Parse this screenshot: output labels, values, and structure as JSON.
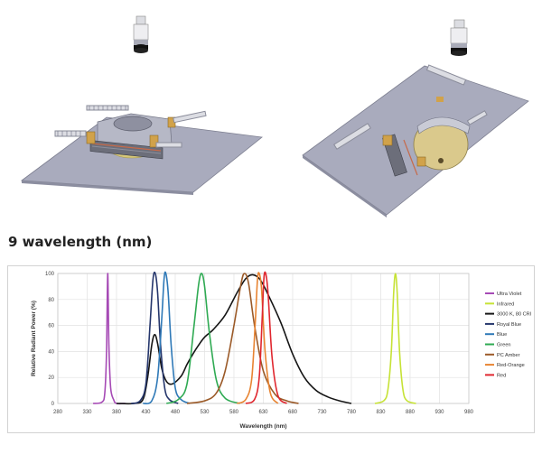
{
  "section": {
    "title": "9 wavelength (nm)"
  },
  "colors": {
    "plate": "#a9abbd",
    "plate_edge": "#7d7f90",
    "amber_part": "#d1a24a",
    "light_grey": "#cfd0d6"
  },
  "icons": [
    "led-fixture-icon",
    "camera-lens-icon"
  ],
  "chart_data": {
    "type": "line",
    "title": "",
    "xlabel": "Wavelength (nm)",
    "ylabel": "Relative Radiant Power (%)",
    "xlim": [
      280,
      980
    ],
    "ylim": [
      0,
      100
    ],
    "xticks": [
      "280",
      "330",
      "380",
      "430",
      "480",
      "530",
      "580",
      "630",
      "680",
      "730",
      "780",
      "830",
      "880",
      "930",
      "980"
    ],
    "yticks": [
      "0",
      "20",
      "40",
      "60",
      "80",
      "100"
    ],
    "grid": true,
    "legend_position": "right",
    "series": [
      {
        "name": "Ultra Violet",
        "color": "#a64ab5",
        "x": [
          340,
          355,
          360,
          363,
          365,
          367,
          370,
          375,
          380,
          395
        ],
        "y": [
          0,
          1,
          8,
          40,
          100,
          45,
          12,
          3,
          0,
          0
        ]
      },
      {
        "name": "Infrared",
        "color": "#c6e236",
        "x": [
          820,
          835,
          842,
          848,
          852,
          855,
          858,
          862,
          868,
          875,
          890
        ],
        "y": [
          0,
          2,
          10,
          40,
          85,
          100,
          85,
          40,
          10,
          2,
          0
        ]
      },
      {
        "name": "3000 K, 80 CRI",
        "color": "#151515",
        "x": [
          380,
          410,
          425,
          433,
          440,
          445,
          450,
          457,
          465,
          475,
          490,
          500,
          510,
          520,
          530,
          545,
          565,
          585,
          600,
          612,
          625,
          640,
          660,
          680,
          700,
          720,
          740,
          760,
          780
        ],
        "y": [
          0,
          0,
          3,
          20,
          45,
          53,
          46,
          27,
          17,
          15,
          21,
          30,
          38,
          45,
          51,
          57,
          68,
          85,
          96,
          99,
          95,
          82,
          62,
          38,
          20,
          10,
          5,
          2,
          0
        ]
      },
      {
        "name": "Royal Blue",
        "color": "#25366c",
        "x": [
          405,
          420,
          430,
          437,
          442,
          446,
          450,
          455,
          462,
          470,
          485
        ],
        "y": [
          0,
          2,
          15,
          60,
          95,
          100,
          85,
          45,
          12,
          3,
          0
        ]
      },
      {
        "name": "Blue",
        "color": "#2f79b7",
        "x": [
          425,
          440,
          450,
          457,
          461,
          464,
          468,
          473,
          480,
          490,
          505
        ],
        "y": [
          0,
          2,
          20,
          65,
          96,
          100,
          85,
          45,
          12,
          3,
          0
        ]
      },
      {
        "name": "Green",
        "color": "#2faa53",
        "x": [
          465,
          485,
          500,
          512,
          520,
          525,
          530,
          538,
          550,
          565,
          590
        ],
        "y": [
          0,
          3,
          15,
          60,
          92,
          100,
          90,
          55,
          18,
          4,
          0
        ]
      },
      {
        "name": "PC Amber",
        "color": "#9b5a28",
        "x": [
          500,
          530,
          550,
          565,
          580,
          592,
          598,
          605,
          615,
          630,
          650,
          670,
          690
        ],
        "y": [
          0,
          2,
          8,
          25,
          60,
          92,
          100,
          92,
          60,
          25,
          7,
          2,
          0
        ]
      },
      {
        "name": "Red-Orange",
        "color": "#e88432",
        "x": [
          585,
          600,
          610,
          616,
          620,
          623,
          627,
          633,
          642,
          655
        ],
        "y": [
          0,
          3,
          18,
          60,
          95,
          100,
          88,
          40,
          8,
          0
        ]
      },
      {
        "name": "Red",
        "color": "#e0272f",
        "x": [
          600,
          615,
          623,
          628,
          631,
          634,
          638,
          645,
          655,
          670
        ],
        "y": [
          0,
          3,
          20,
          65,
          96,
          100,
          85,
          35,
          6,
          0
        ]
      }
    ]
  }
}
